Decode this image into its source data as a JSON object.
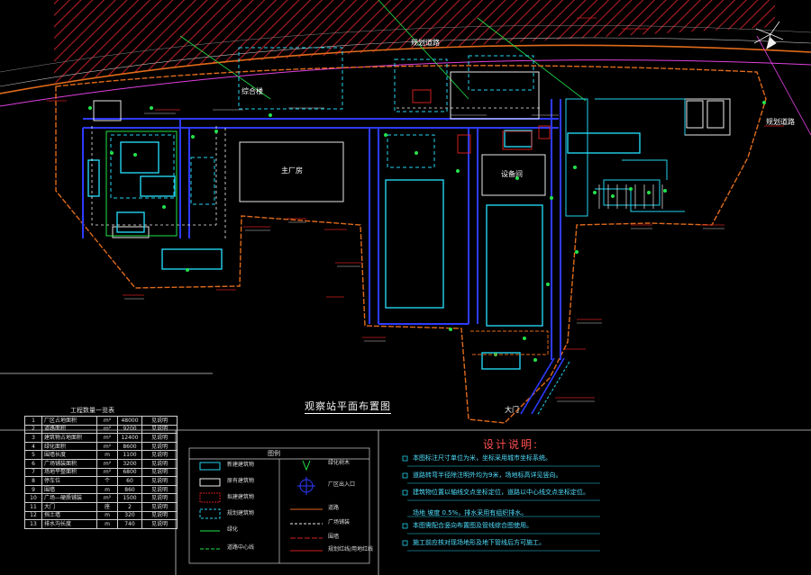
{
  "plan": {
    "title": "观察站平面布置图",
    "labels": {
      "north_road": "规划道路",
      "east_road": "规划道路",
      "courtyard": "综合楼",
      "main_hall": "主厂房",
      "east_block": "设备间",
      "south_gate": "大门"
    }
  },
  "project_table": {
    "title": "工程数量一览表",
    "rows": [
      [
        "1",
        "厂区占地面积",
        "m²",
        "48000",
        "见说明"
      ],
      [
        "2",
        "道路面积",
        "m²",
        "9200",
        "见说明"
      ],
      [
        "3",
        "建筑物占地面积",
        "m²",
        "12400",
        "见说明"
      ],
      [
        "4",
        "绿化面积",
        "m²",
        "8600",
        "见说明"
      ],
      [
        "5",
        "围墙长度",
        "m",
        "1100",
        "见说明"
      ],
      [
        "6",
        "广场铺装面积",
        "m²",
        "3200",
        "见说明"
      ],
      [
        "7",
        "场地平整面积",
        "m²",
        "6800",
        "见说明"
      ],
      [
        "8",
        "停车位",
        "个",
        "60",
        "见说明"
      ],
      [
        "9",
        "围墙",
        "m",
        "860",
        "见说明"
      ],
      [
        "10",
        "广场—硬质铺装",
        "m²",
        "1500",
        "见说明"
      ],
      [
        "11",
        "大门",
        "座",
        "2",
        "见说明"
      ],
      [
        "12",
        "挡土墙",
        "m",
        "320",
        "见说明"
      ],
      [
        "13",
        "排水沟长度",
        "m",
        "740",
        "见说明"
      ]
    ]
  },
  "legend": {
    "title": "图例",
    "items": [
      "新建建筑物",
      "原有建筑物",
      "拟建建筑物",
      "规划建筑物",
      "绿化",
      "道路中心线",
      "绿化树木",
      "厂区出入口",
      "道路",
      "广场铺装",
      "围墙",
      "规划红线/用地红线"
    ]
  },
  "notes": {
    "title": "设计说明:",
    "items": [
      "本图标注尺寸单位为米，坐标采用城市坐标系统。",
      "道路转弯半径除注明外均为9米，场地标高详见竖向。",
      "建筑物位置以轴线交点坐标定位，道路以中心线交点坐标定位。",
      "场地 坡度 0.5%，排水采用有组织排水。",
      "本图需配合竖向布置图及管线综合图使用。",
      "施工前应核对现场地形及地下管线后方可施工。"
    ]
  },
  "colors": {
    "background": "#000000",
    "red_hatch": "#c8202a",
    "road_blue": "#2e3bff",
    "boundary": "#e06a1a",
    "cyan": "#22d3f0",
    "green": "#22e34a",
    "white": "#f0f0f0",
    "magenta": "#e040e0",
    "notes_red": "#ff5050"
  }
}
